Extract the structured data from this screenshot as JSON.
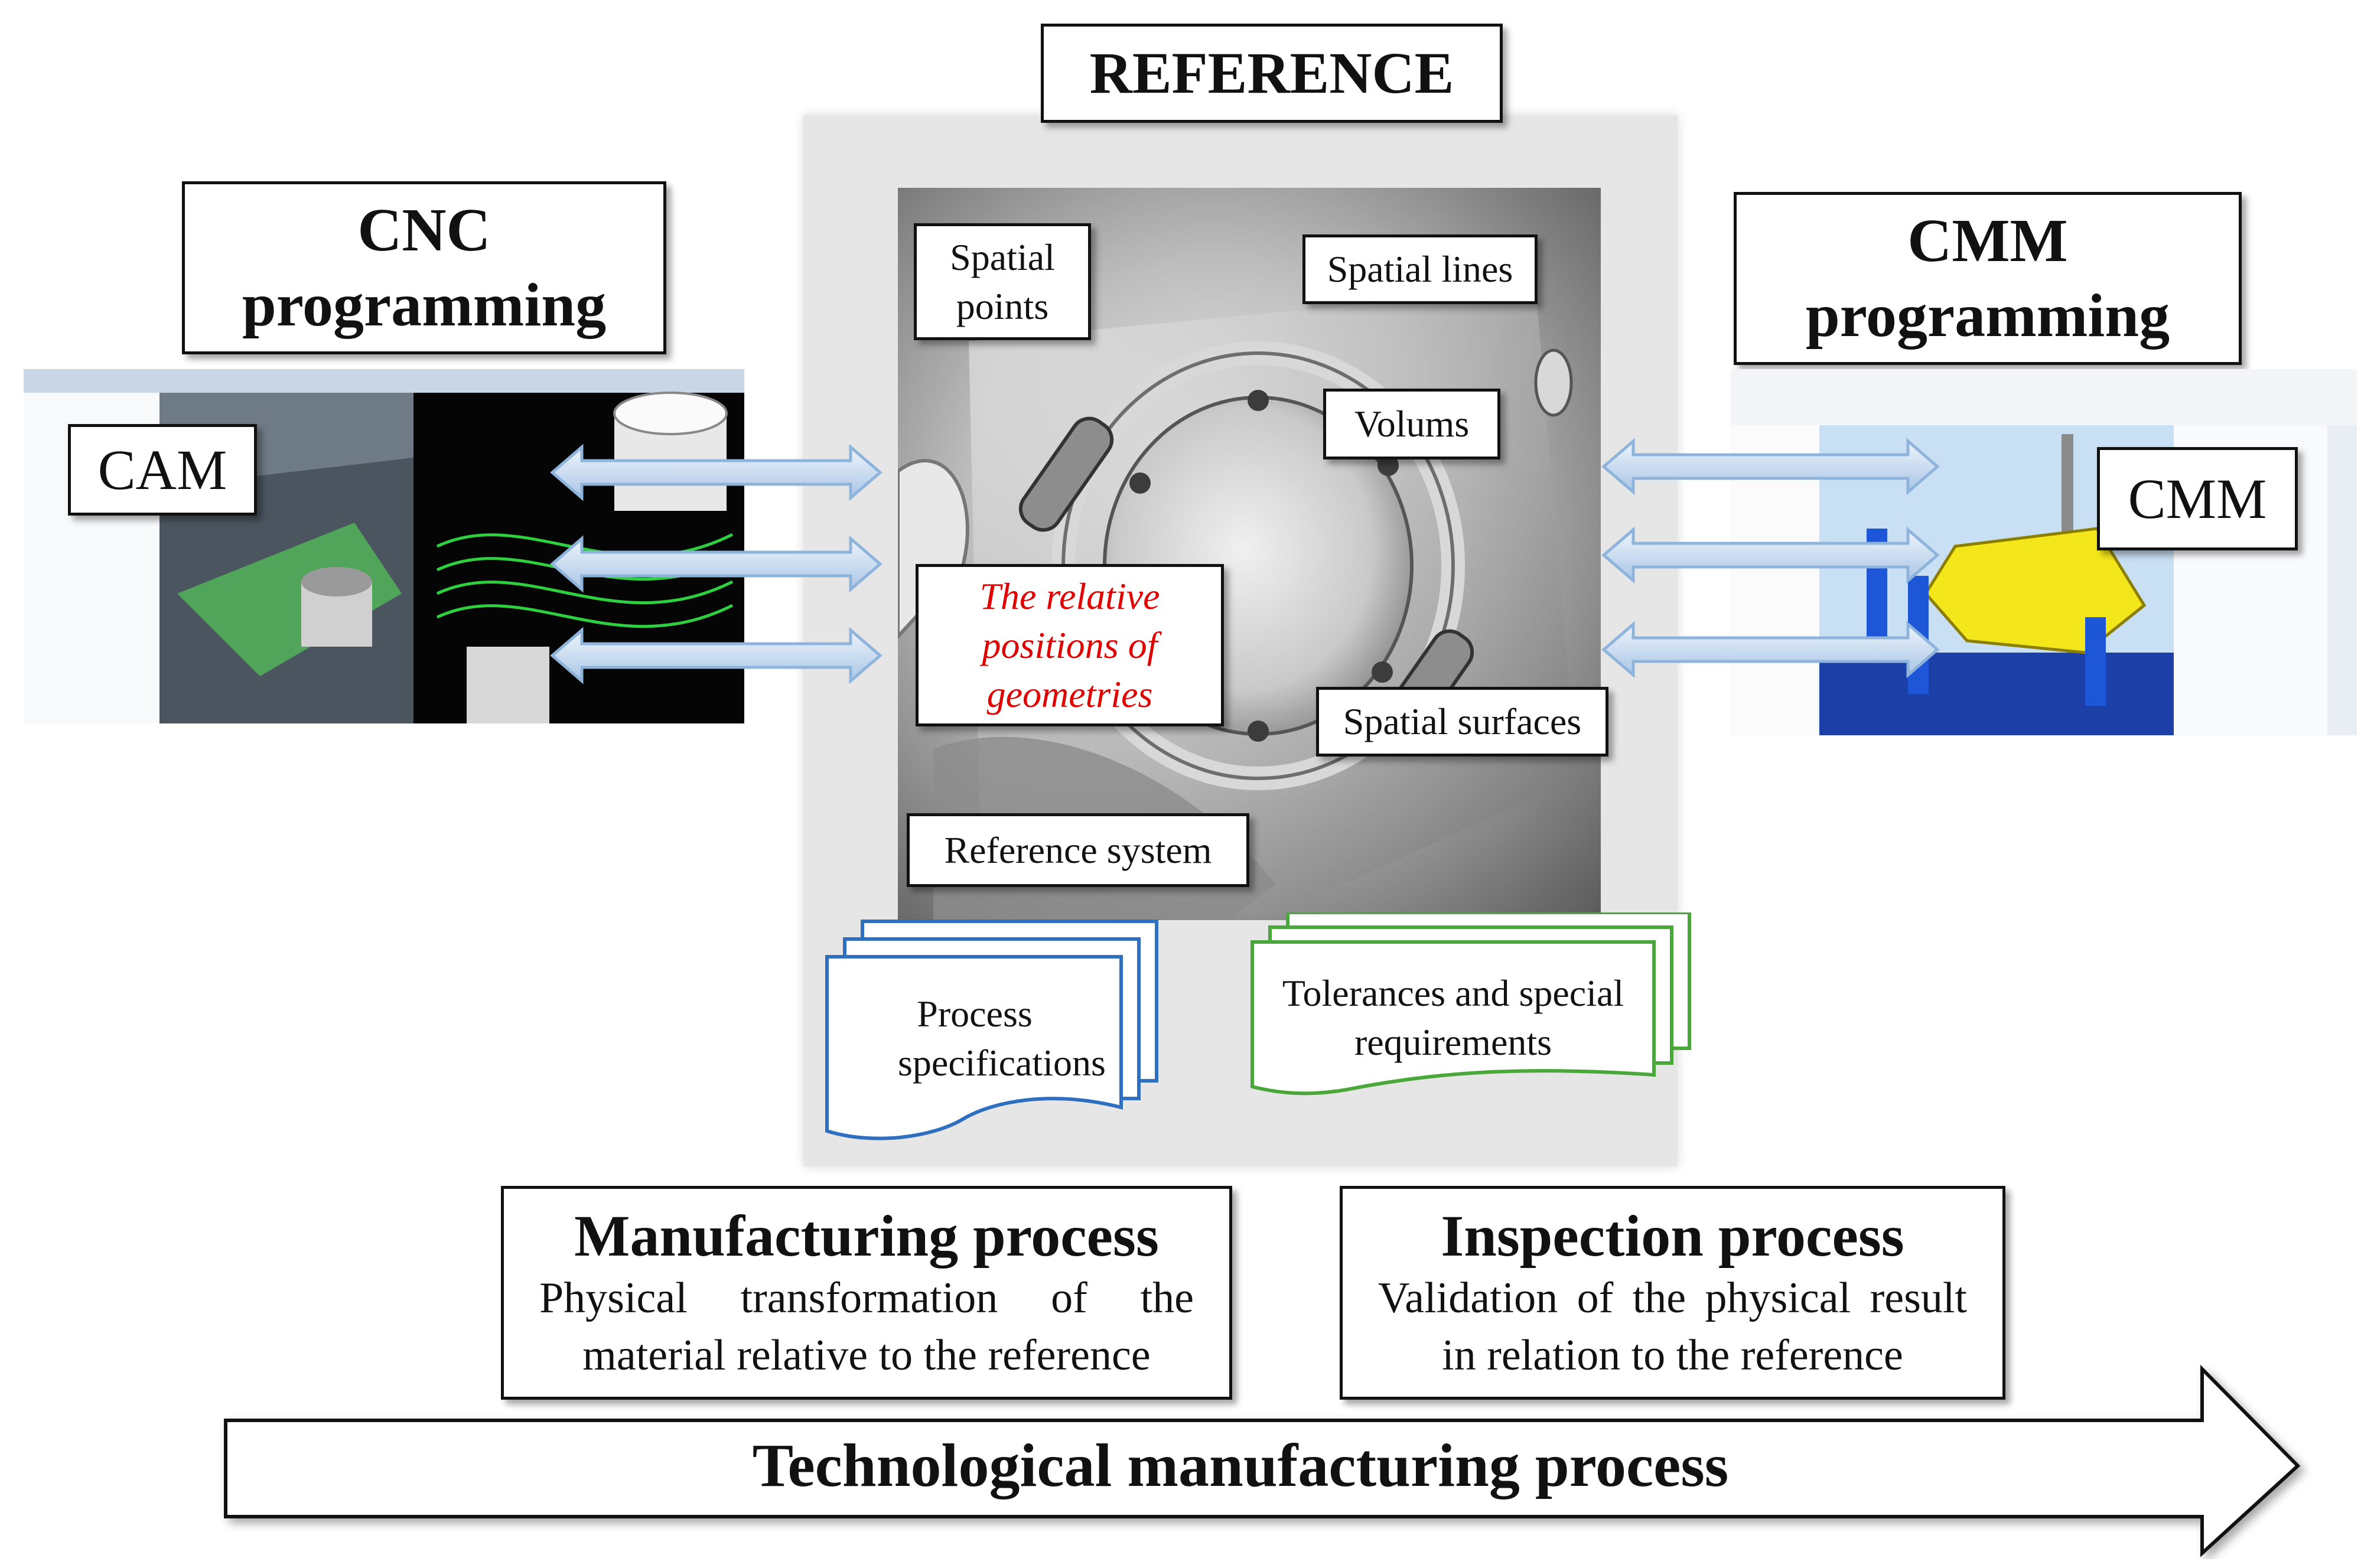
{
  "reference": {
    "title": "REFERENCE",
    "labels": {
      "spatial_points": "Spatial points",
      "spatial_lines": "Spatial lines",
      "volums": "Volums",
      "relative_positions": "The relative positions of geometries",
      "spatial_surfaces": "Spatial surfaces",
      "reference_system": "Reference system"
    }
  },
  "cnc": {
    "title": "CNC programming",
    "screen_label": "CAM"
  },
  "cmm": {
    "title": "CMM programming",
    "screen_label": "CMM"
  },
  "documents": {
    "process_specs": "Process specifications",
    "tolerances": "Tolerances and special requirements"
  },
  "manufacturing": {
    "title": "Manufacturing process",
    "description": "Physical transformation of the material relative to the reference"
  },
  "inspection": {
    "title": "Inspection process",
    "description": "Validation of the physical result in relation to the reference"
  },
  "bottom_arrow": {
    "label": "Technological manufacturing process"
  },
  "colors": {
    "arrow_blue_light": "#dce8f5",
    "arrow_blue_dark": "#8fb4dc",
    "doc_blue": "#2f6fc0",
    "doc_green": "#4aa83a",
    "red_text": "#e00000",
    "panel_gray": "#e6e6e6"
  }
}
